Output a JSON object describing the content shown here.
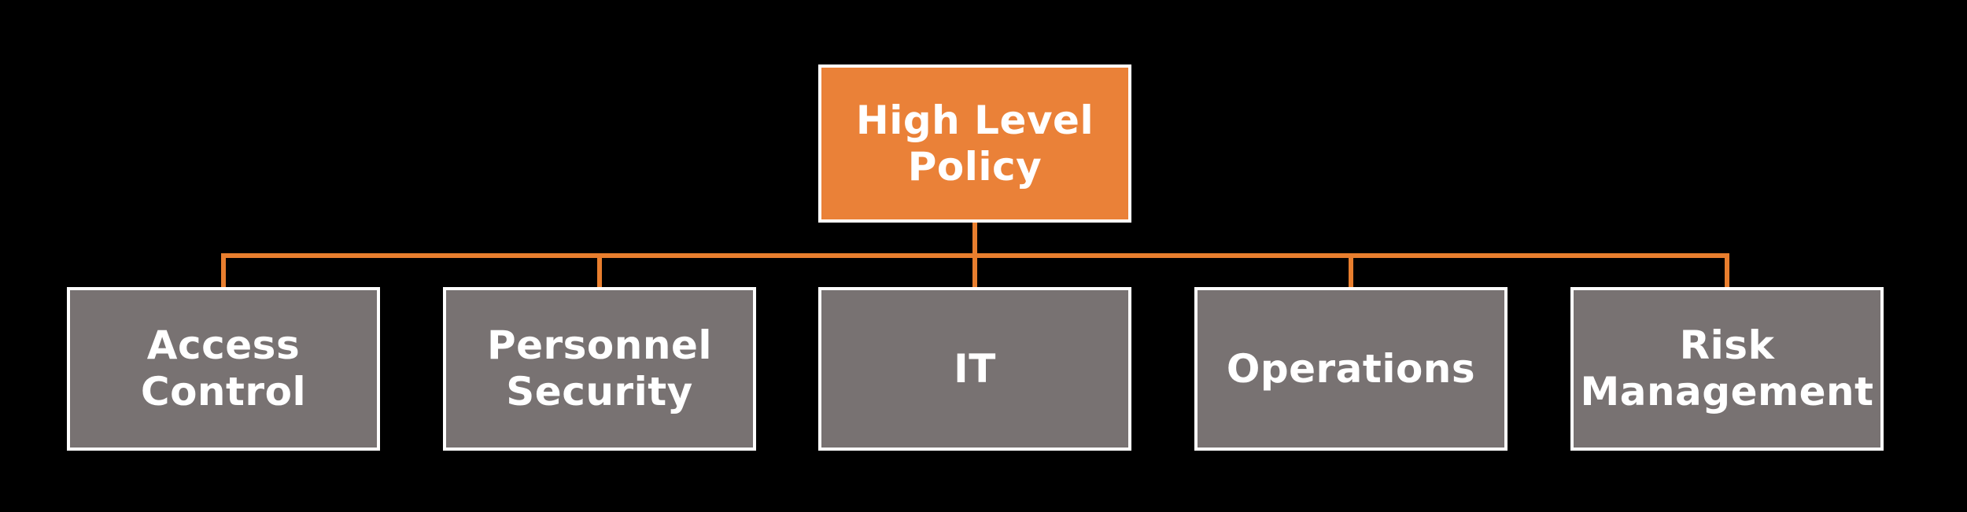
{
  "diagram": {
    "type": "org-chart",
    "background_color": "#000000",
    "root": {
      "label": "High Level Policy",
      "fill_color": "#EA8138",
      "border_color": "#FFFFFF",
      "text_color": "#FFFFFF"
    },
    "children": [
      {
        "label": "Access Control"
      },
      {
        "label": "Personnel Security"
      },
      {
        "label": "IT"
      },
      {
        "label": "Operations"
      },
      {
        "label": "Risk Management"
      }
    ],
    "child_style": {
      "fill_color": "#787272",
      "border_color": "#FFFFFF",
      "text_color": "#FFFFFF"
    },
    "connector_color": "#E87E2E"
  }
}
